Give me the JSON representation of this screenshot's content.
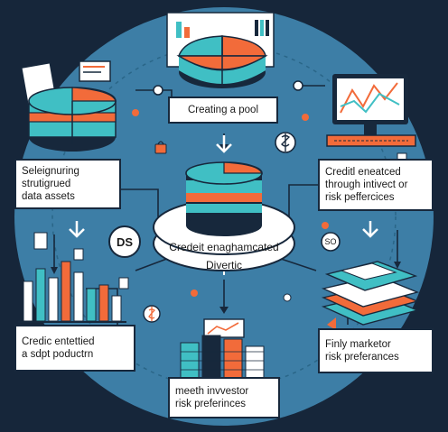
{
  "center": {
    "line1": "Credeit enaghamcated",
    "line2": "Divertic"
  },
  "boxes": {
    "top": {
      "text": "Creating a pool"
    },
    "left_upper": {
      "lines": [
        "Seleignuring",
        "strutigrued",
        "data assets"
      ]
    },
    "right_upper": {
      "lines": [
        "Creditl eneatced",
        "through intivect or",
        "risk peffercices"
      ]
    },
    "left_lower": {
      "lines": [
        "Credic entettied",
        "a sdpt poductrn"
      ]
    },
    "bottom": {
      "lines": [
        "meeth invvestor",
        "risk preferinces"
      ]
    },
    "right_lower": {
      "lines": [
        "Finly marketor",
        "risk preferances"
      ]
    }
  },
  "badges": {
    "left": "DS",
    "right": "SO"
  },
  "colors": {
    "background": "#16263a",
    "circle": "#3d7ea6",
    "orange": "#f26b3a",
    "teal": "#40bfc4",
    "navy": "#17283c",
    "white": "#ffffff"
  },
  "icons": [
    "dollar-coin-icon",
    "gear-dollar-icon",
    "monitor-chart-icon",
    "bar-chart-icon",
    "stack-coins-icon",
    "document-icon"
  ]
}
